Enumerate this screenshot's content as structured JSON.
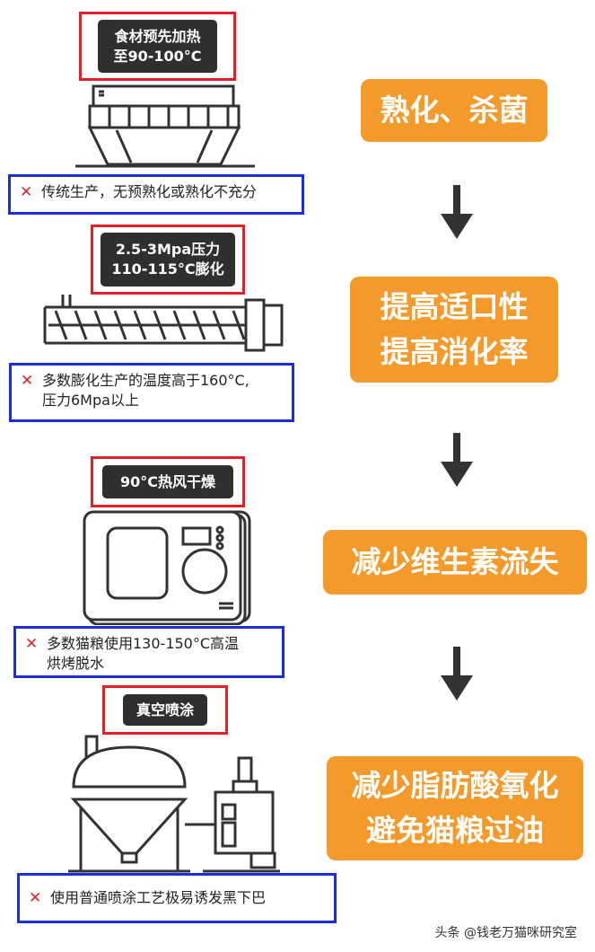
{
  "steps": [
    {
      "red_label": [
        "食材预先加热",
        "至90-100°C"
      ],
      "blue_text": [
        "传统生产，无预熟化或熟化不充分"
      ],
      "benefit": [
        "熟化、杀菌"
      ]
    },
    {
      "red_label": [
        "2.5-3Mpa压力",
        "110-115°C膨化"
      ],
      "blue_text": [
        "多数膨化生产的温度高于160°C,",
        "压力6Mpa以上"
      ],
      "benefit": [
        "提高适口性",
        "提高消化率"
      ]
    },
    {
      "red_label": [
        "90°C热风干燥"
      ],
      "blue_text": [
        "多数猫粮使用130-150°C高温",
        "烘烤脱水"
      ],
      "benefit": [
        "减少维生素流失"
      ]
    },
    {
      "red_label": [
        "真空喷涂"
      ],
      "blue_text": [
        "使用普通喷涂工艺极易诱发黑下巴"
      ],
      "benefit": [
        "减少脂肪酸氧化",
        "避免猫粮过油"
      ]
    }
  ],
  "x_symbol": "✕",
  "footer": "头条 @钱老万猫咪研究室",
  "colors": {
    "red": "#e21e26",
    "blue": "#1a2fd6",
    "orange": "#f39a2a",
    "dark": "#2f2f2f"
  },
  "icons": [
    "cooker-machine-icon",
    "extruder-icon",
    "dryer-icon",
    "vacuum-coater-icon",
    "down-arrow-icon"
  ]
}
